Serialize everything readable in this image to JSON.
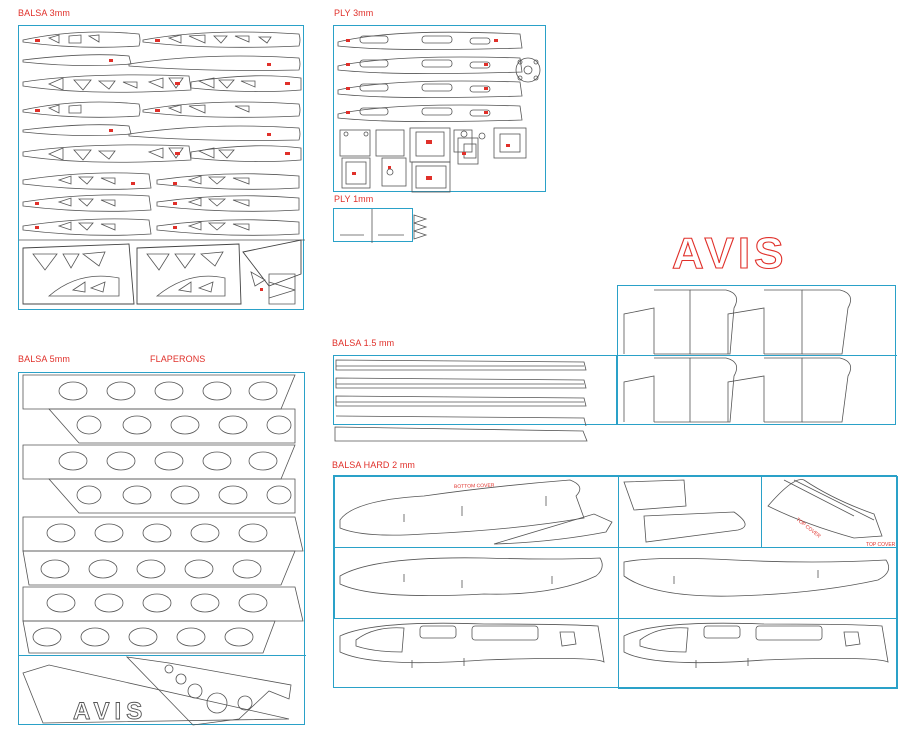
{
  "sections": {
    "balsa3": "BALSA 3mm",
    "ply3": "PLY 3mm",
    "ply1": "PLY 1mm",
    "balsa5": "BALSA 5mm",
    "flaperons": "FLAPERONS",
    "balsa15": "BALSA 1.5 mm",
    "balsahard2": "BALSA HARD 2 mm"
  },
  "part_labels": {
    "bottom_cover": "BOTTOM COVER",
    "top_cover_a": "TOP COVER",
    "top_cover_b": "TOP COVER"
  },
  "logo_text": "AVIS",
  "colors": {
    "label": "#e0302a",
    "sheet_border": "#2aa1c8",
    "cut_line": "#555555"
  }
}
